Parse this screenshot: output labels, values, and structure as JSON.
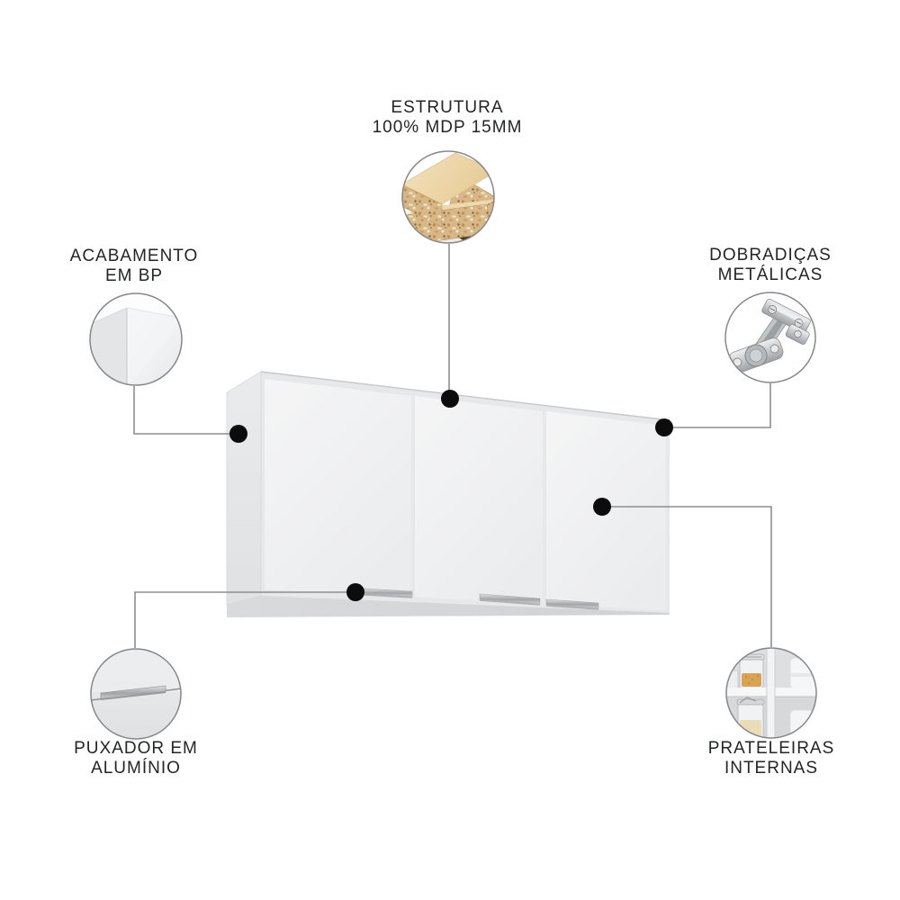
{
  "callouts": {
    "estrutura": {
      "line1": "ESTRUTURA",
      "line2": "100% MDP 15MM",
      "icon": "mdp-particle-board"
    },
    "acabamento": {
      "line1": "ACABAMENTO",
      "line2": "EM BP",
      "icon": "bp-finish-corner"
    },
    "dobradicas": {
      "line1": "DOBRADIÇAS",
      "line2": "METÁLICAS",
      "icon": "metal-hinge"
    },
    "puxador": {
      "line1": "PUXADOR EM",
      "line2": "ALUMÍNIO",
      "icon": "aluminum-handle"
    },
    "prateleiras": {
      "line1": "PRATELEIRAS",
      "line2": "INTERNAS",
      "icon": "internal-shelves"
    }
  },
  "colors": {
    "background": "#ffffff",
    "label_text": "#242527",
    "connector_line": "#8c8e90",
    "callout_dot": "#0c0c0c",
    "circle_outline": "#85878a",
    "cabinet_front": "#f2f3f4",
    "mdp_wood": "#d9b886",
    "hinge_metal": "#c4c7ca"
  }
}
